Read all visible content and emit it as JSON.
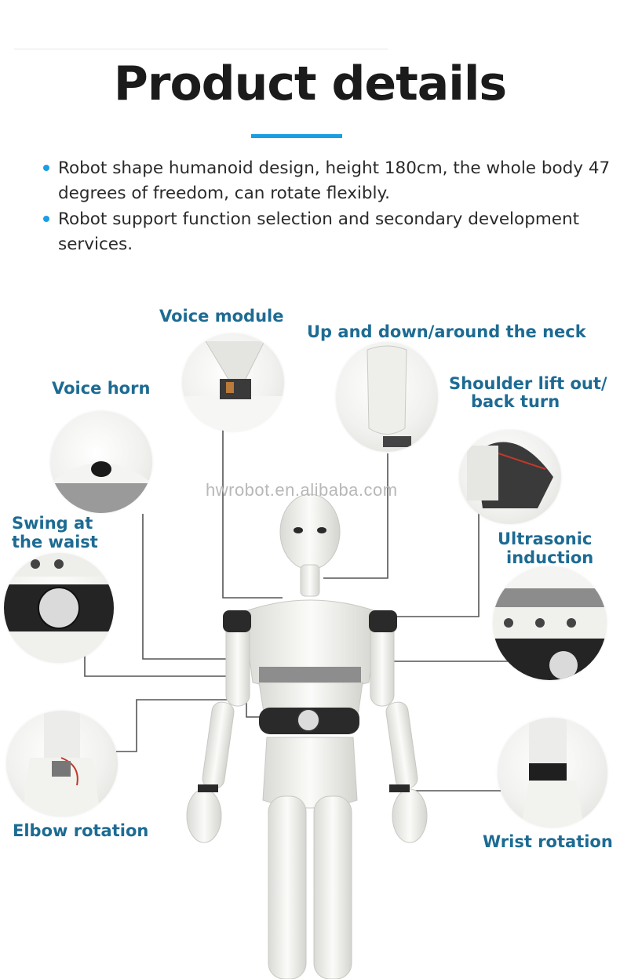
{
  "header": {
    "title": "Product details"
  },
  "bullets": [
    "Robot shape humanoid design, height 180cm, the whole body 47 degrees of freedom, can rotate flexibly.",
    "Robot support function selection and secondary development services."
  ],
  "watermark": "hwrobot.en.alibaba.com",
  "callouts": {
    "voice_module": "Voice module",
    "neck": "Up and down/around the neck",
    "voice_horn": "Voice horn",
    "shoulder_line1": "Shoulder lift out/",
    "shoulder_line2": "back turn",
    "waist_line1": "Swing at",
    "waist_line2": "the waist",
    "ultrasonic_line1": "Ultrasonic",
    "ultrasonic_line2": "induction",
    "elbow": "Elbow rotation",
    "wrist": "Wrist rotation"
  },
  "colors": {
    "accent": "#1a9ee3",
    "label": "#1d6b93",
    "leader_line": "#555555"
  }
}
